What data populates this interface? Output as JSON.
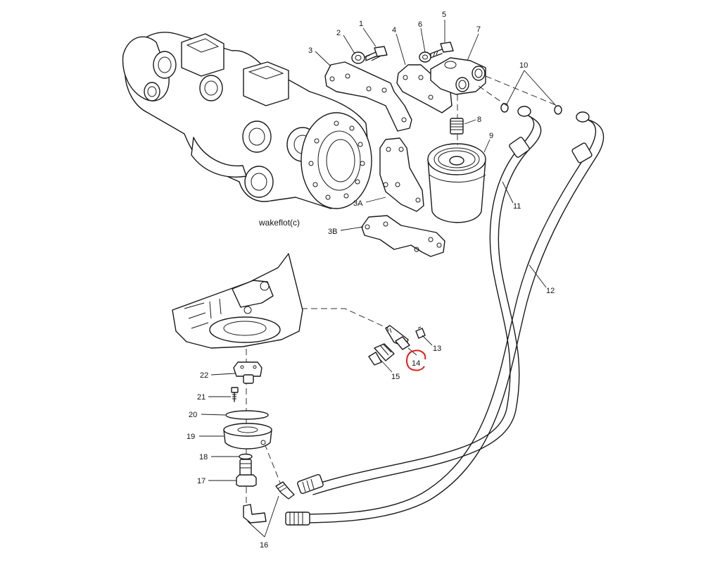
{
  "watermark": "wakeflot(c)",
  "highlight_color": "#e0201b",
  "callouts": {
    "c1": "1",
    "c2": "2",
    "c3": "3",
    "c3a": "3A",
    "c3b": "3B",
    "c4": "4",
    "c5": "5",
    "c6": "6",
    "c7": "7",
    "c8": "8",
    "c9": "9",
    "c10": "10",
    "c11": "11",
    "c12": "12",
    "c13": "13",
    "c14": "14",
    "c15": "15",
    "c16": "16",
    "c17": "17",
    "c18": "18",
    "c19": "19",
    "c20": "20",
    "c21": "21",
    "c22": "22"
  },
  "highlighted_callout": "14"
}
